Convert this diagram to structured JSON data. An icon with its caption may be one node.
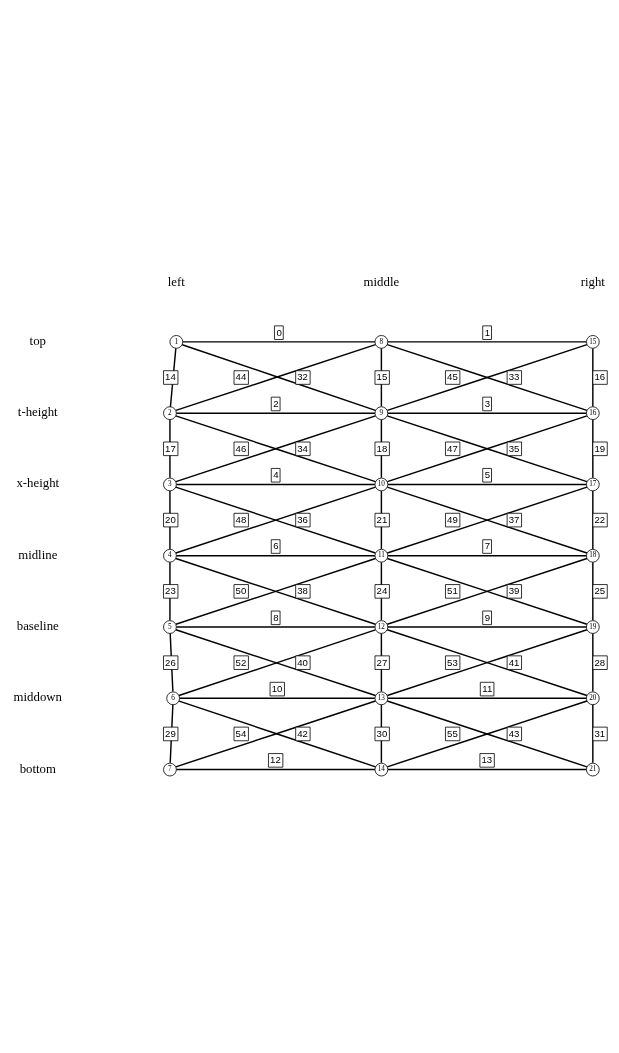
{
  "diagram": {
    "nodes": [
      {
        "text": [
          "1"
        ]
      },
      {
        "text": [
          "2"
        ]
      },
      {
        "text": [
          "3"
        ]
      },
      {
        "text": [
          "4"
        ]
      },
      {
        "text": [
          "5"
        ]
      },
      {
        "text": [
          "6"
        ]
      },
      {
        "text": [
          "7"
        ]
      },
      {
        "text": [
          "8"
        ]
      },
      {
        "text": [
          "9"
        ]
      },
      {
        "text": [
          "10"
        ]
      },
      {
        "text": [
          "11"
        ]
      },
      {
        "text": [
          "12"
        ]
      },
      {
        "text": [
          "13"
        ]
      },
      {
        "text": [
          "14"
        ]
      },
      {
        "text": [
          "15"
        ]
      },
      {
        "text": [
          "16"
        ]
      },
      {
        "text": [
          "17"
        ]
      },
      {
        "text": [
          "18"
        ]
      },
      {
        "text": [
          "19"
        ]
      },
      {
        "text": [
          "20"
        ]
      },
      {
        "text": [
          "21"
        ]
      }
    ],
    "edges": [
      {
        "from": 0,
        "to": 7,
        "arrow": "none",
        "label": "0"
      },
      {
        "from": 7,
        "to": 14,
        "arrow": "none",
        "label": "1"
      },
      {
        "from": 1,
        "to": 8,
        "arrow": "none",
        "label": "2"
      },
      {
        "from": 8,
        "to": 15,
        "arrow": "none",
        "label": "3"
      },
      {
        "from": 2,
        "to": 9,
        "arrow": "none",
        "label": "4"
      },
      {
        "from": 9,
        "to": 16,
        "arrow": "none",
        "label": "5"
      },
      {
        "from": 3,
        "to": 10,
        "arrow": "none",
        "label": "6"
      },
      {
        "from": 10,
        "to": 17,
        "arrow": "none",
        "label": "7"
      },
      {
        "from": 4,
        "to": 11,
        "arrow": "none",
        "label": "8"
      },
      {
        "from": 11,
        "to": 18,
        "arrow": "none",
        "label": "9"
      },
      {
        "from": 5,
        "to": 12,
        "arrow": "none",
        "label": "10"
      },
      {
        "from": 12,
        "to": 19,
        "arrow": "none",
        "label": "11"
      },
      {
        "from": 6,
        "to": 13,
        "arrow": "none",
        "label": "12"
      },
      {
        "from": 13,
        "to": 20,
        "arrow": "none",
        "label": "13"
      },
      {
        "from": 0,
        "to": 1,
        "arrow": "none",
        "label": "14"
      },
      {
        "from": 7,
        "to": 8,
        "arrow": "none",
        "label": "15"
      },
      {
        "from": 14,
        "to": 15,
        "arrow": "none",
        "label": "16"
      },
      {
        "from": 1,
        "to": 2,
        "arrow": "none",
        "label": "17"
      },
      {
        "from": 8,
        "to": 9,
        "arrow": "none",
        "label": "18"
      },
      {
        "from": 15,
        "to": 16,
        "arrow": "none",
        "label": "19"
      },
      {
        "from": 2,
        "to": 3,
        "arrow": "none",
        "label": "20"
      },
      {
        "from": 9,
        "to": 10,
        "arrow": "none",
        "label": "21"
      },
      {
        "from": 16,
        "to": 17,
        "arrow": "none",
        "label": "22"
      },
      {
        "from": 3,
        "to": 4,
        "arrow": "none",
        "label": "23"
      },
      {
        "from": 10,
        "to": 11,
        "arrow": "none",
        "label": "24"
      },
      {
        "from": 17,
        "to": 18,
        "arrow": "none",
        "label": "25"
      },
      {
        "from": 4,
        "to": 5,
        "arrow": "none",
        "label": "26"
      },
      {
        "from": 11,
        "to": 12,
        "arrow": "none",
        "label": "27"
      },
      {
        "from": 18,
        "to": 19,
        "arrow": "none",
        "label": "28"
      },
      {
        "from": 5,
        "to": 6,
        "arrow": "none",
        "label": "29"
      },
      {
        "from": 12,
        "to": 13,
        "arrow": "none",
        "label": "30"
      },
      {
        "from": 19,
        "to": 20,
        "arrow": "none",
        "label": "31"
      },
      {
        "from": 7,
        "to": 1,
        "arrow": "none",
        "label": "32"
      },
      {
        "from": 14,
        "to": 8,
        "arrow": "none",
        "label": "33"
      },
      {
        "from": 8,
        "to": 2,
        "arrow": "none",
        "label": "34"
      },
      {
        "from": 15,
        "to": 9,
        "arrow": "none",
        "label": "35"
      },
      {
        "from": 9,
        "to": 3,
        "arrow": "none",
        "label": "36"
      },
      {
        "from": 16,
        "to": 10,
        "arrow": "none",
        "label": "37"
      },
      {
        "from": 10,
        "to": 4,
        "arrow": "none",
        "label": "38"
      },
      {
        "from": 17,
        "to": 11,
        "arrow": "none",
        "label": "39"
      },
      {
        "from": 11,
        "to": 5,
        "arrow": "none",
        "label": "40"
      },
      {
        "from": 18,
        "to": 12,
        "arrow": "none",
        "label": "41"
      },
      {
        "from": 12,
        "to": 6,
        "arrow": "none",
        "label": "42"
      },
      {
        "from": 19,
        "to": 13,
        "arrow": "none",
        "label": "43"
      },
      {
        "from": 0,
        "to": 8,
        "arrow": "none",
        "label": "44"
      },
      {
        "from": 7,
        "to": 15,
        "arrow": "none",
        "label": "45"
      },
      {
        "from": 1,
        "to": 9,
        "arrow": "none",
        "label": "46"
      },
      {
        "from": 8,
        "to": 16,
        "arrow": "none",
        "label": "47"
      },
      {
        "from": 2,
        "to": 10,
        "arrow": "none",
        "label": "48"
      },
      {
        "from": 9,
        "to": 17,
        "arrow": "none",
        "label": "49"
      },
      {
        "from": 3,
        "to": 11,
        "arrow": "none",
        "label": "50"
      },
      {
        "from": 10,
        "to": 18,
        "arrow": "none",
        "label": "51"
      },
      {
        "from": 4,
        "to": 12,
        "arrow": "none",
        "label": "52"
      },
      {
        "from": 11,
        "to": 19,
        "arrow": "none",
        "label": "53"
      },
      {
        "from": 5,
        "to": 13,
        "arrow": "none",
        "label": "54"
      },
      {
        "from": 12,
        "to": 20,
        "arrow": "none",
        "label": "55"
      }
    ],
    "labels": [
      "left",
      "middle",
      "right",
      "top",
      "t-height",
      "x-height",
      "midline",
      "baseline",
      "middown",
      "bottom"
    ]
  }
}
